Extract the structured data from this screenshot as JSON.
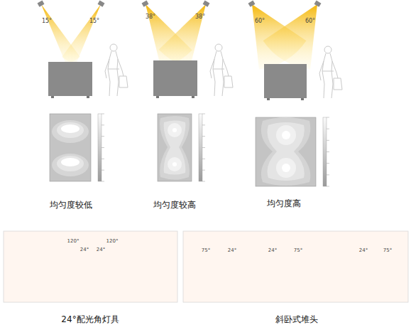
{
  "diagram": {
    "labels": [
      "15°",
      "15°",
      "38°",
      "38°",
      "60°",
      "60°",
      "均匀度较低",
      "均匀度较高",
      "均匀度高",
      "120°",
      "24°",
      "24°",
      "120°",
      "24°配光角灯具",
      "75°",
      "24°",
      "24°",
      "75°",
      "24°",
      "75°",
      "斜卧式堆头"
    ]
  }
}
